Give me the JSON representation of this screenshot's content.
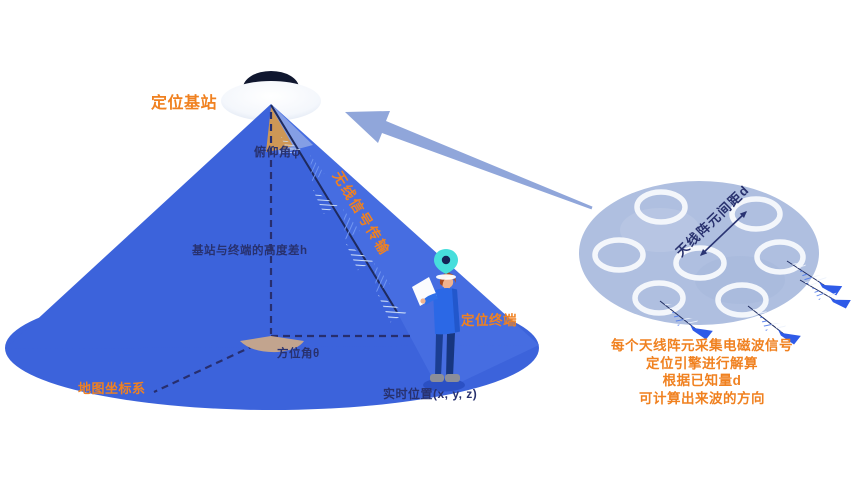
{
  "labels": {
    "base_station": "定位基站",
    "pitch_angle": "俯仰角φ",
    "height_diff": "基站与终端的高度差h",
    "azimuth_angle": "方位角θ",
    "map_coordinate": "地图坐标系",
    "realtime_position": "实时位置(x, y, z)",
    "terminal": "定位终端",
    "signal_transmission": "无线信号传输"
  },
  "array": {
    "spacing_label": "天线阵元间距d",
    "description_lines": [
      "每个天线阵元采集电磁波信号",
      "定位引擎进行解算",
      "根据已知量d",
      "可计算出来波的方向"
    ]
  },
  "colors": {
    "label_orange": "#F08120",
    "label_navy": "#28316E",
    "cone_blue": "#3C63DB",
    "cone_highlight": "#567DEB",
    "beam_light": "#94AAE6",
    "pitch_wedge": "#CE9756",
    "azimuth_wedge": "#C2A48E",
    "arrow_periwinkle": "#90A6DA",
    "array_fill": "#AFBFE0",
    "ring_white": "#F3F6FB",
    "wave_blue": "#2F5BE8",
    "pin_teal": "#47DEDC"
  }
}
